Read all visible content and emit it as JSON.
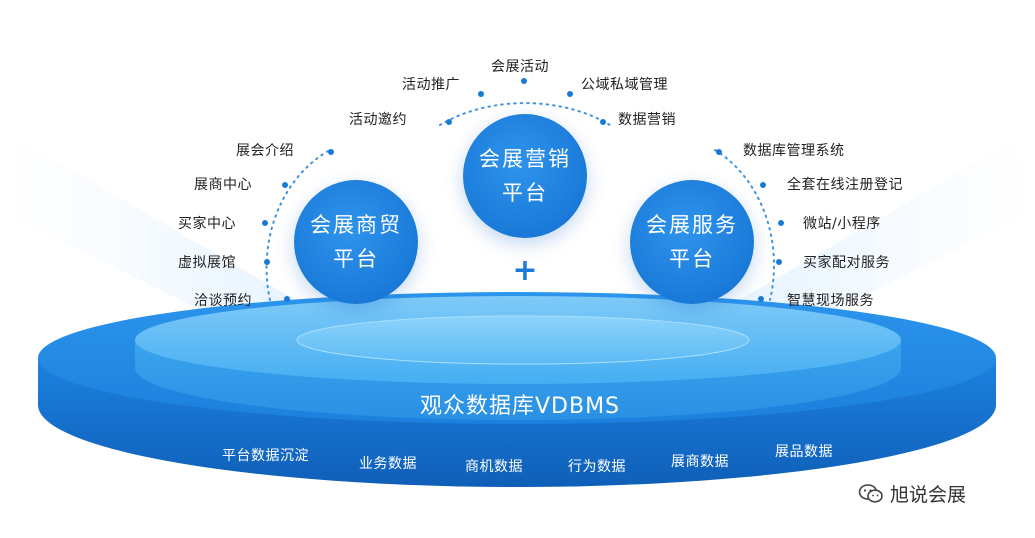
{
  "platforms": {
    "marketing": [
      "会展营销",
      "平台"
    ],
    "trade": [
      "会展商贸",
      "平台"
    ],
    "service": [
      "会展服务",
      "平台"
    ]
  },
  "plus": "+",
  "marketing_items": [
    "活动推广",
    "会展活动",
    "公域私域管理",
    "活动邀约",
    "数据营销"
  ],
  "trade_items": [
    "展会介绍",
    "展商中心",
    "买家中心",
    "虚拟展馆",
    "洽谈预约"
  ],
  "service_items": [
    "数据库管理系统",
    "全套在线注册登记",
    "微站/小程序",
    "买家配对服务",
    "智慧现场服务"
  ],
  "database": {
    "title": "观众数据库VDBMS",
    "items": [
      "平台数据沉淀",
      "业务数据",
      "商机数据",
      "行为数据",
      "展商数据",
      "展品数据"
    ]
  },
  "watermark": "旭说会展",
  "colors": {
    "primary_blue": "#1a7ad9",
    "light_blue": "#4ab0f5",
    "text": "#222222",
    "white": "#ffffff"
  }
}
